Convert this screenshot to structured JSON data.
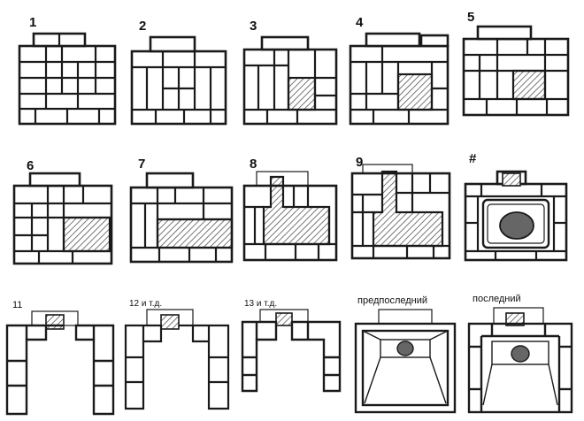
{
  "figure": {
    "labels": {
      "p1": "1",
      "p2": "2",
      "p3": "3",
      "p4": "4",
      "p5": "5",
      "p6": "6",
      "p7": "7",
      "p8": "8",
      "p9": "9",
      "p10": "#",
      "p11": "11",
      "p12": "12 и т.д.",
      "p13": "13 и т.д.",
      "p14": "предпоследний",
      "p15": "последний"
    },
    "colors": {
      "stroke": "#1a1a1a",
      "hatch": "#555555",
      "burner": "#666666",
      "background": "#ffffff"
    }
  }
}
